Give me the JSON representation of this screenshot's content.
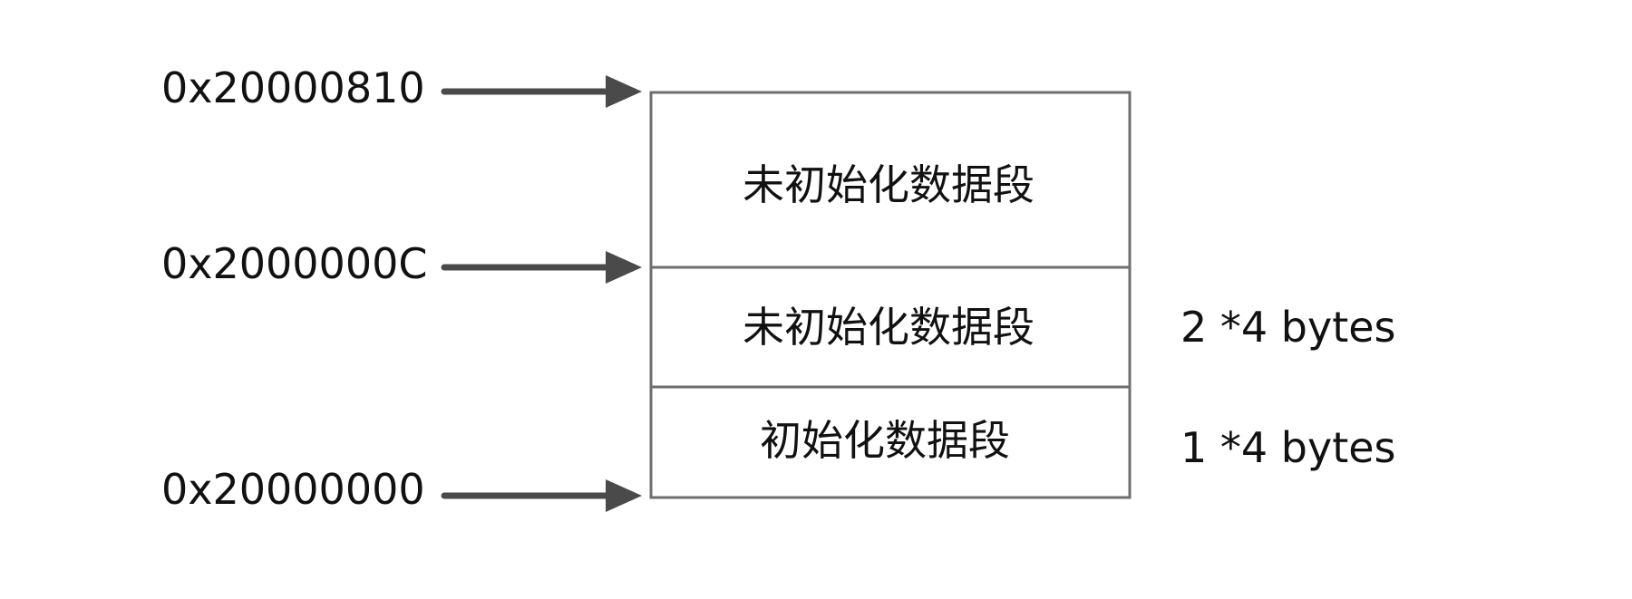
{
  "addresses": [
    {
      "id": "top",
      "text": "0x20000810"
    },
    {
      "id": "mid",
      "text": "0x2000000C"
    },
    {
      "id": "base",
      "text": "0x20000000"
    }
  ],
  "segments": [
    {
      "id": "bss-upper",
      "label": "未初始化数据段",
      "size": ""
    },
    {
      "id": "bss-lower",
      "label": "未初始化数据段",
      "size": "2 *4 bytes"
    },
    {
      "id": "data",
      "label": "初始化数据段",
      "size": "1 *4 bytes"
    }
  ],
  "colors": {
    "arrow": "#4a4a4a",
    "box_border": "#6e6e6e",
    "text": "#111111"
  }
}
